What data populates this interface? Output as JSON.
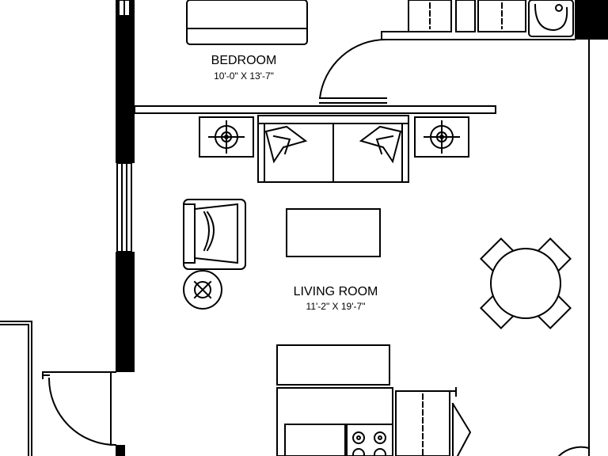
{
  "rooms": {
    "bedroom": {
      "name": "BEDROOM",
      "dimensions": "10'-0\" X 13'-7\""
    },
    "living_room": {
      "name": "LIVING ROOM",
      "dimensions": "11'-2\" X 19'-7\""
    }
  },
  "colors": {
    "wall": "#000000",
    "line": "#000000",
    "background": "#ffffff"
  }
}
